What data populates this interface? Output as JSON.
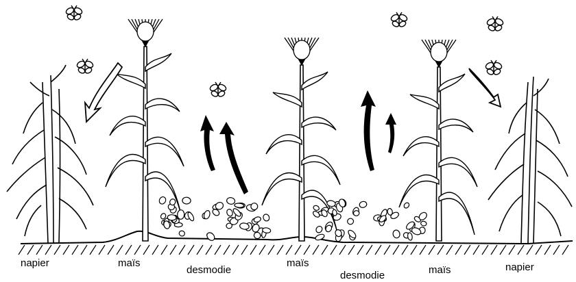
{
  "labels": {
    "napier_left": "napier",
    "mais_left": "maïs",
    "desmodie_left": "desmodie",
    "mais_center": "maïs",
    "desmodie_right": "desmodie",
    "mais_right": "maïs",
    "napier_right": "napier"
  },
  "colors": {
    "ink": "#000000",
    "paper": "#ffffff"
  }
}
